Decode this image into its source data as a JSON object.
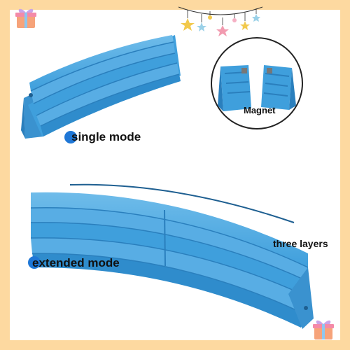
{
  "labels": {
    "single_mode": "single mode",
    "extended_mode": "extended mode",
    "three_layers": "three layers",
    "magnet": "Magnet"
  },
  "icons": {
    "top_left": "gift-box-icon",
    "bottom_right": "gift-box-icon",
    "top_center": "hanging-stars-icon"
  },
  "colors": {
    "frame": "#fdd9a0",
    "stand_blue": "#3f9fdc",
    "stand_dark": "#2a7fbd",
    "stand_light": "#66b8ea",
    "accent_dot": "#1f77d6"
  }
}
